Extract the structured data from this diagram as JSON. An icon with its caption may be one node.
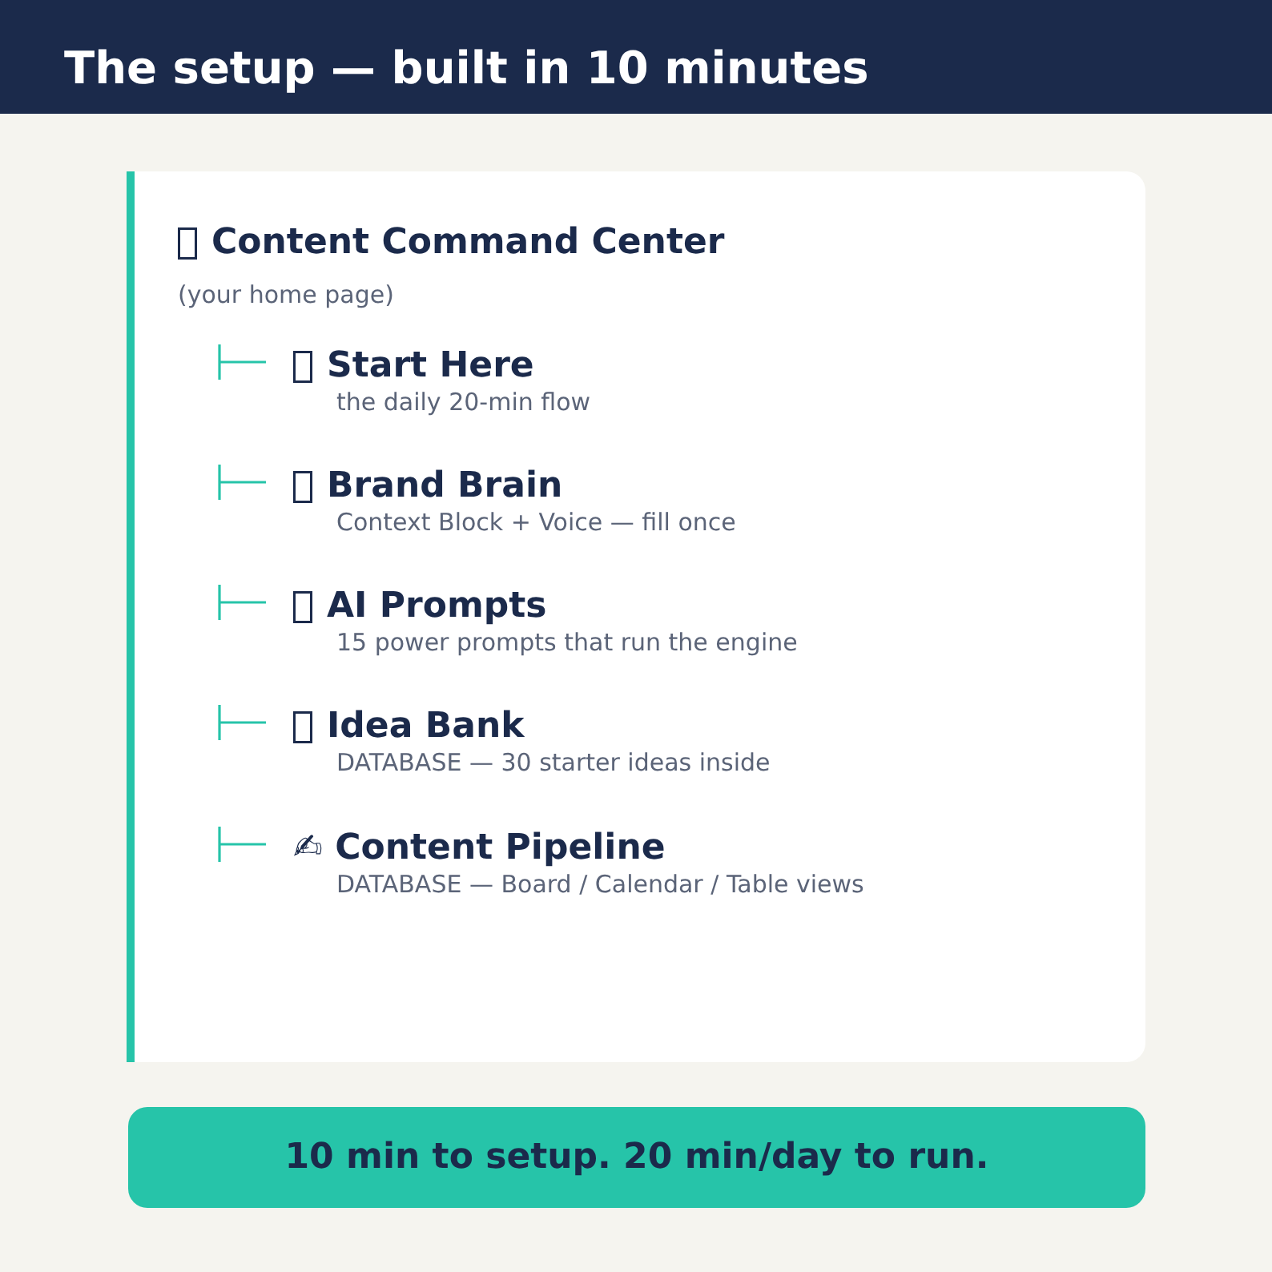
{
  "diagram": {
    "title": "The setup — built in 10 minutes",
    "nodes": [
      {
        "text": [
          "Content Command Center",
          "(your home page)"
        ]
      },
      {
        "text": [
          "Start Here",
          "the daily 20-min flow"
        ],
        "in": 0
      },
      {
        "text": [
          "Brand Brain",
          "Context Block + Voice — fill once"
        ],
        "in": 0
      },
      {
        "text": [
          "AI Prompts",
          "15 power prompts that run the engine"
        ],
        "in": 0
      },
      {
        "text": [
          "Idea Bank",
          "DATABASE — 30 starter ideas inside"
        ],
        "in": 0
      },
      {
        "text": [
          "✍ Content Pipeline",
          "DATABASE — Board / Calendar / Table views"
        ],
        "in": 0
      },
      {
        "text": [
          "10 min to setup. 20 min/day to run."
        ]
      }
    ]
  }
}
